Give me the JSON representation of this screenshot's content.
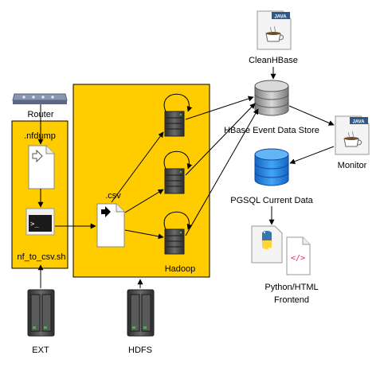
{
  "labels": {
    "router": "Router",
    "nfdump": ".nfdump",
    "nf_to_csv": "nf_to_csv.sh",
    "ext": "EXT",
    "csv": ".csv",
    "hadoop": "Hadoop",
    "hdfs": "HDFS",
    "clean_hbase": "CleanHBase",
    "hbase_store": "HBase Event Data Store",
    "monitor": "Monitor",
    "pgsql": "PGSQL Current Data",
    "frontend_line1": "Python/HTML",
    "frontend_line2": "Frontend",
    "java_badge": "JAVA"
  },
  "colors": {
    "container_fill": "#FFCC00",
    "cylinder_blue": "#1E88E5",
    "db_gray": "#9E9E9E",
    "server_dark": "#3A3A3A",
    "led_green": "#4CAF50"
  },
  "icons": [
    "router-icon",
    "file-icon",
    "script-icon",
    "server-icon",
    "java-icon",
    "database-icon",
    "python-icon",
    "html-icon"
  ]
}
